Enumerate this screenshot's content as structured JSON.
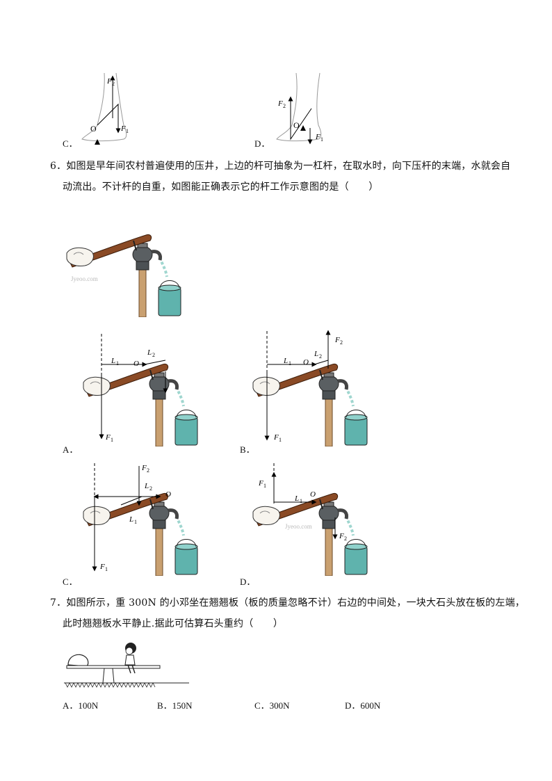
{
  "q5": {
    "option_c": "C．",
    "option_d": "D．",
    "diagram_c": {
      "f2": "F",
      "f2_sub": "2",
      "f1": "F",
      "f1_sub": "1",
      "pivot": "O"
    },
    "diagram_d": {
      "f2": "F",
      "f2_sub": "2",
      "f1": "F",
      "f1_sub": "1",
      "pivot": "O"
    }
  },
  "q6": {
    "line1": "6．如图是早年间农村普遍使用的压井，上边的杆可抽象为一杠杆，在取水时，向下压杆的末端，水就会自",
    "line2": "动流出。不计杆的自重，如图能正确表示它的杆工作示意图的是（　　）",
    "watermark": "Jyeoo.com",
    "option_a": "A．",
    "option_b": "B．",
    "option_c": "C．",
    "option_d": "D．",
    "labels": {
      "F": "F",
      "L": "L",
      "sub1": "1",
      "sub2": "2",
      "O": "O"
    }
  },
  "q7": {
    "line1": "7．如图所示，重 300N 的小邓坐在翘翘板（板的质量忽略不计）右边的中间处，一块大石头放在板的左端，",
    "line2": "此时翘翘板水平静止.据此可估算石头重约（　　）",
    "options": [
      "A．100N",
      "B．150N",
      "C．300N",
      "D．600N"
    ]
  },
  "colors": {
    "handle": "#8a4a25",
    "pump": "#555a5c",
    "bucket": "#5fb3ad",
    "post": "#c9a070"
  }
}
